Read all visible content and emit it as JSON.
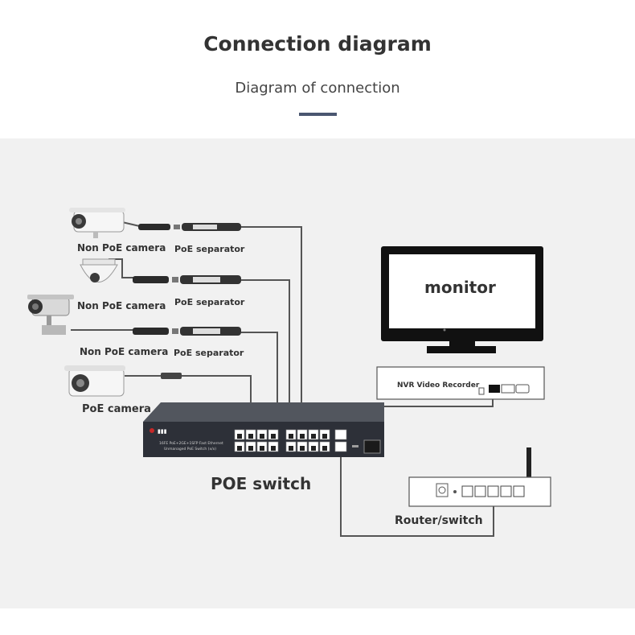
{
  "header": {
    "title": "Connection diagram",
    "subtitle": "Diagram of connection"
  },
  "labels": {
    "non_poe_camera": "Non PoE camera",
    "poe_separator": "PoE separator",
    "poe_camera": "PoE camera",
    "monitor": "monitor",
    "nvr": "NVR Video Recorder",
    "poe_switch": "POE switch",
    "router_switch": "Router/switch",
    "switch_front_line1": "16FE PoE+2GE+1SFP Fast Ethernet",
    "switch_front_line2": "Unmanaged PoE Switch (x/x)"
  },
  "colors": {
    "panel_bg": "#f1f1f1",
    "cable": "#555555",
    "device_dark": "#2d3038",
    "title_text": "#333333",
    "accent_rule": "#4a5670"
  }
}
